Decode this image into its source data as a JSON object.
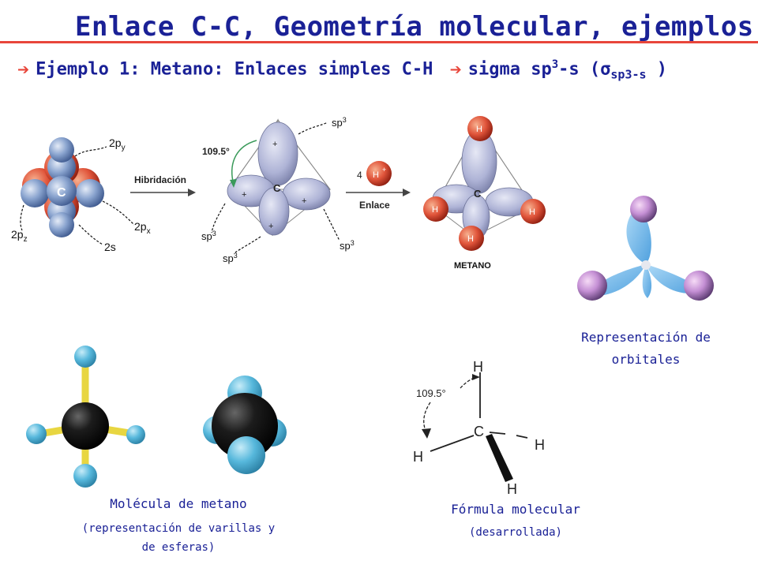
{
  "title": "Enlace C-C,  Geometría molecular, ejemplos",
  "subtitle": {
    "prefix": "Ejemplo 1:  Metano: Enlaces simples C-H",
    "middle": "sigma sp",
    "sup": "3",
    "after_sup": "-s (",
    "sigma": "σ",
    "sub": "sp3-s",
    "suffix": " )"
  },
  "diagram": {
    "orbital_labels": {
      "py": "2p",
      "py_sub": "y",
      "pz": "2p",
      "pz_sub": "z",
      "px": "2p",
      "px_sub": "x",
      "s": "2s"
    },
    "carbon": "C",
    "hydrogen": "H",
    "hybridization_label": "Hibridación",
    "bond_label": "Enlace",
    "angle": "109.5°",
    "sp3": "sp",
    "sp3_sup": "3",
    "h_count": "4",
    "h_plus": "H",
    "plus": "+",
    "metano": "METANO"
  },
  "captions": {
    "orbitals_line1": "Representación de",
    "orbitals_line2": "orbitales",
    "molecule_line1": "Molécula de metano",
    "molecule_line2": "(representación de varillas y",
    "molecule_line3": "de esferas)",
    "formula_line1": "Fórmula molecular",
    "formula_line2": "(desarrollada)"
  },
  "colors": {
    "title": "#1a2196",
    "accent": "#e8463a",
    "orbital": "#b4b8d8",
    "hydrogen": "#e6543a",
    "stick": "#e8d641",
    "sphere_h": "#4fb3d9"
  }
}
